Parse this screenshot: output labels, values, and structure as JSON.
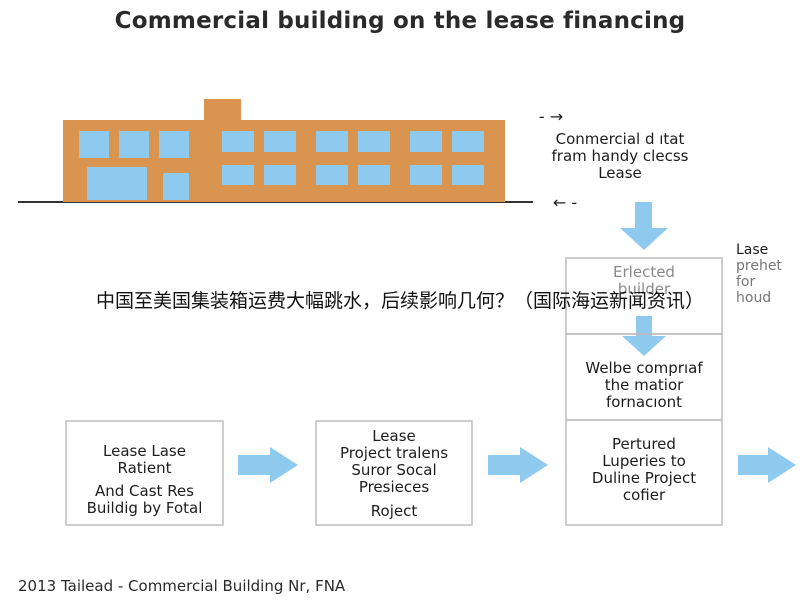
{
  "title": "Commercial building on the lease financing",
  "overlay_text": "中国至美国集装箱运费大幅跳水，后续影响几何？（国际海运新闻资讯）",
  "top_right_arrows": {
    "right": "- →",
    "left": "← -"
  },
  "labels": {
    "commercial": [
      "Conmercial d ıtat",
      "fram handy clecss",
      "Lease"
    ],
    "side_lase": [
      "Lase",
      "prehet",
      "for",
      "houd"
    ],
    "erlected": [
      "Erlected",
      "builder"
    ],
    "welbe": [
      "Welbe comprıaf",
      "the matior",
      "fornacıont"
    ],
    "box1": [
      "Lease Lase",
      "Ratient",
      "",
      "And Cast Res",
      "Buildig by Fotal"
    ],
    "box2": [
      "Lease",
      "Project tralens",
      "Suror Socal",
      "Presieces",
      "",
      "Roject"
    ],
    "box3": [
      "Pertured",
      "Luperies to",
      "Duline Project",
      "cofier"
    ]
  },
  "footer": "2013 Tailead - Commercial Building Nr, FNA",
  "colors": {
    "building": "#d99550",
    "window": "#8ec9ee",
    "arrow": "#8ec9ee",
    "ground": "#333333",
    "box_border": "#bdbdbd"
  }
}
